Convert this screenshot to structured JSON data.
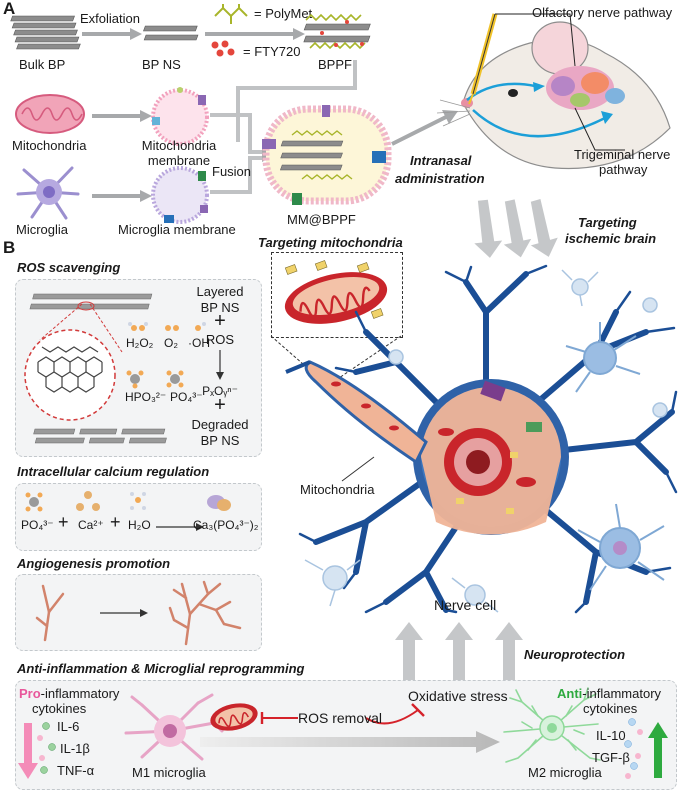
{
  "panel_a": {
    "letter": "A",
    "bulk_bp": "Bulk BP",
    "exfoliation": "Exfoliation",
    "bp_ns": "BP NS",
    "polymet": "= PolyMet",
    "fty720": "= FTY720",
    "bppf": "BPPF",
    "mitochondria": "Mitochondria",
    "mito_membrane_1": "Mitochondria",
    "mito_membrane_2": "membrane",
    "microglia": "Microglia",
    "microglia_membrane": "Microglia membrane",
    "fusion": "Fusion",
    "mm_bppf": "MM@BPPF",
    "intranasal_1": "Intranasal",
    "intranasal_2": "administration",
    "olfactory": "Olfactory nerve pathway",
    "trigeminal_1": "Trigeminal nerve",
    "trigeminal_2": "pathway",
    "targeting_brain_1": "Targeting",
    "targeting_brain_2": "ischemic brain"
  },
  "panel_b": {
    "letter": "B",
    "ros_title": "ROS scavenging",
    "layered_1": "Layered",
    "layered_2": "BP NS",
    "plus": "+",
    "ros": "ROS",
    "degraded_1": "Degraded",
    "degraded_2": "BP NS",
    "h2o2": "H₂O₂",
    "o2": "O₂",
    "oh": "·OH",
    "hpo3": "HPO₃²⁻",
    "po4": "PO₄³⁻",
    "pxoy": "PₓOᵧⁿ⁻",
    "calcium_title": "Intracellular calcium regulation",
    "ca_po4": "PO₄³⁻",
    "ca_ca": "Ca²⁺",
    "ca_h2o": "H₂O",
    "ca_product": "Ca₃(PO₄³⁻)₂",
    "angio_title": "Angiogenesis promotion",
    "targeting_mito": "Targeting mitochondria",
    "mitochondria_label": "Mitochondria",
    "nerve_cell": "Nerve cell",
    "neuroprotection": "Neuroprotection",
    "anti_title": "Anti-inflammation & Microglial reprogramming",
    "pro_prefix": "Pro",
    "pro_rest": "-inflammatory",
    "cytokines": "cytokines",
    "il6": "IL-6",
    "il1b": "IL-1β",
    "tnfa": "TNF-α",
    "m1": "M1 microglia",
    "ros_removal": "ROS removal",
    "oxidative": "Oxidative stress",
    "anti_prefix": "Anti",
    "anti_rest": "-inflammatory",
    "anti_cytokines": "cytokines",
    "il10": "IL-10",
    "tgfb": "TGF-β",
    "m2": "M2 microglia"
  },
  "colors": {
    "pink_accent": "#e8579b",
    "green_accent": "#2eaa3f",
    "neuron_blue": "#2f62a8",
    "mito_red": "#c9252b",
    "arrow_gray": "#a7a9ab"
  }
}
